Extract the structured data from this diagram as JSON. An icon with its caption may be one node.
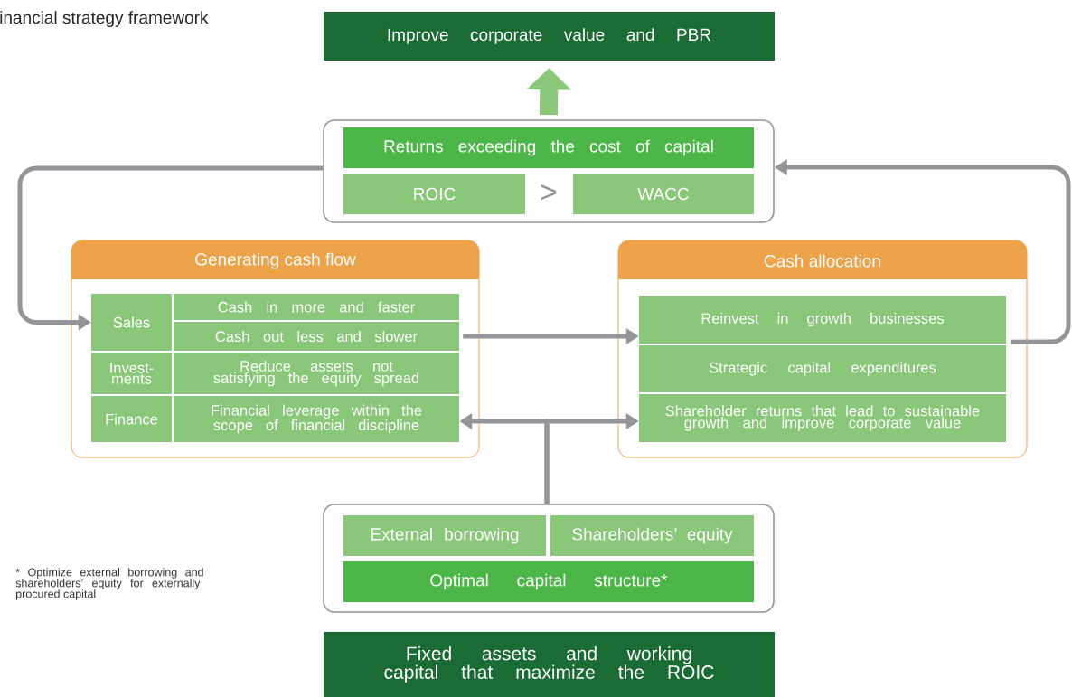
{
  "diagram": {
    "title": "inancial strategy framework",
    "nodes": [
      {
        "text": [
          "Improve corporate value and PBR"
        ]
      },
      {
        "text": [],
        "shape": "box"
      },
      {
        "text": [
          "Returns exceeding the cost of capital"
        ],
        "in": 1
      },
      {
        "text": [
          "ROIC"
        ],
        "in": 1
      },
      {
        "text": [
          "WACC"
        ],
        "in": 1
      },
      {
        "text": [
          "Generating cash flow"
        ]
      },
      {
        "text": [
          "Sales"
        ],
        "in": 5
      },
      {
        "text": [
          "Cash in more and faster"
        ],
        "in": 5
      },
      {
        "text": [
          "Cash out less and slower"
        ],
        "in": 5
      },
      {
        "text": [
          "Invest- ments"
        ],
        "in": 5
      },
      {
        "text": [
          "Reduce assets not satisfying the equity spread"
        ],
        "in": 5
      },
      {
        "text": [
          "Finance"
        ],
        "in": 5
      },
      {
        "text": [
          "Financial leverage within the scope of financial discipline"
        ],
        "in": 5
      },
      {
        "text": [
          "Cash allocation"
        ]
      },
      {
        "text": [
          "Reinvest in growth businesses"
        ],
        "in": 13
      },
      {
        "text": [
          "Strategic capital expenditures"
        ],
        "in": 13
      },
      {
        "text": [
          "Shareholder returns that lead to sustainable growth and improve corporate value"
        ],
        "in": 13
      },
      {
        "text": [],
        "shape": "box"
      },
      {
        "text": [
          "External borrowing"
        ],
        "in": 17
      },
      {
        "text": [
          "Shareholders’ equity"
        ],
        "in": 17
      },
      {
        "text": [
          "Optimal capital structure*"
        ],
        "in": 17
      },
      {
        "text": [
          "Fixed assets and working capital that maximize the ROIC"
        ]
      }
    ],
    "edges": [
      {
        "from": 1,
        "to": 0,
        "arrow": "to",
        "style": "thick",
        "color": "#8bc77a"
      },
      {
        "from": 1,
        "to": 6,
        "arrow": "to"
      },
      {
        "from": 8,
        "to": 14,
        "arrow": "to"
      },
      {
        "from": 14,
        "to": 1,
        "arrow": "to"
      },
      {
        "from": 17,
        "to": 12,
        "arrow": "to"
      },
      {
        "from": 17,
        "to": 16,
        "arrow": "to"
      }
    ],
    "labels": [
      ">",
      "* Optimize external borrowing and shareholders’ equity for externally procured capital"
    ]
  }
}
